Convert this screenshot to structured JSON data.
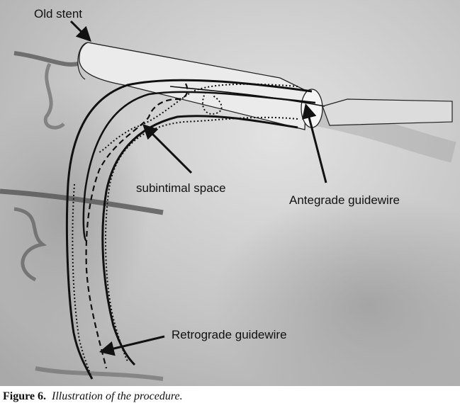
{
  "labels": {
    "old_stent": "Old stent",
    "subintimal_space": "subintimal space",
    "antegrade_guidewire": "Antegrade guidewire",
    "retrograde_guidewire": "Retrograde guidewire"
  },
  "caption": {
    "label": "Figure 6.",
    "text": "Illustration of the procedure."
  },
  "colors": {
    "background_gray": "#bdbdbd",
    "stent_fill": "#ebebeb",
    "line": "#111111"
  }
}
